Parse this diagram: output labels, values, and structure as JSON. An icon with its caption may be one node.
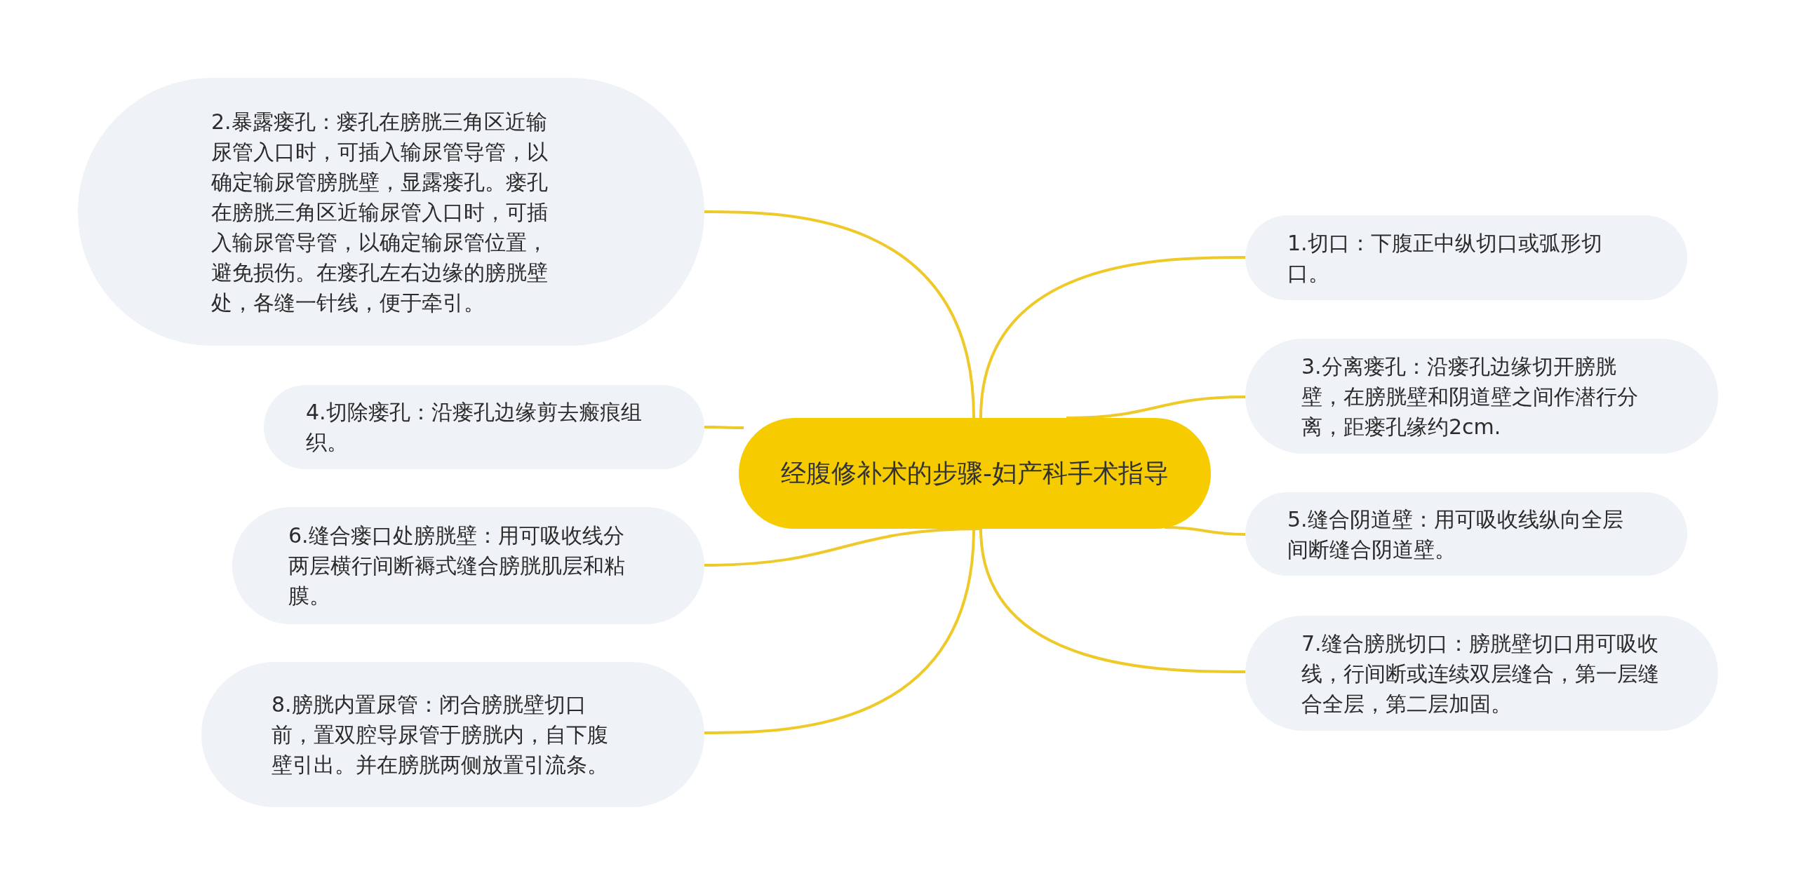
{
  "diagram": {
    "nodes": [
      {
        "text": [
          "经腹修补术的步骤-妇产科手术指导"
        ]
      },
      {
        "text": [
          "1.切口：下腹正中纵切口或弧形切口。"
        ]
      },
      {
        "text": [
          "2.暴露瘘孔：瘘孔在膀胱三角区近输尿管入口时，可插入输尿管导管，以确定输尿管膀胱壁，显露瘘孔。瘘孔在膀胱三角区近输尿管入口时，可插入输尿管导管，以确定输尿管位置，避免损伤。在瘘孔左右边缘的膀胱壁处，各缝一针线，便于牵引。"
        ]
      },
      {
        "text": [
          "3.分离瘘孔：沿瘘孔边缘切开膀胱壁，在膀胱壁和阴道壁之间作潜行分离，距瘘孔缘约2cm."
        ]
      },
      {
        "text": [
          "4.切除瘘孔：沿瘘孔边缘剪去瘢痕组织。"
        ]
      },
      {
        "text": [
          "5.缝合阴道壁：用可吸收线纵向全层间断缝合阴道壁。"
        ]
      },
      {
        "text": [
          "6.缝合瘘口处膀胱壁：用可吸收线分两层横行间断褥式缝合膀胱肌层和粘膜。"
        ]
      },
      {
        "text": [
          "7.缝合膀胱切口：膀胱壁切口用可吸收线，行间断或连续双层缝合，第一层缝合全层，第二层加固。"
        ]
      },
      {
        "text": [
          "8.膀胱内置尿管：闭合膀胱壁切口前，置双腔导尿管于膀胱内，自下腹壁引出。并在膀胱两侧放置引流条。"
        ]
      }
    ],
    "edges": [
      {
        "from": 0,
        "to": 1,
        "arrow": "none"
      },
      {
        "from": 0,
        "to": 2,
        "arrow": "none"
      },
      {
        "from": 0,
        "to": 3,
        "arrow": "none"
      },
      {
        "from": 0,
        "to": 4,
        "arrow": "none"
      },
      {
        "from": 0,
        "to": 5,
        "arrow": "none"
      },
      {
        "from": 0,
        "to": 6,
        "arrow": "none"
      },
      {
        "from": 0,
        "to": 7,
        "arrow": "none"
      },
      {
        "from": 0,
        "to": 8,
        "arrow": "none"
      }
    ]
  }
}
